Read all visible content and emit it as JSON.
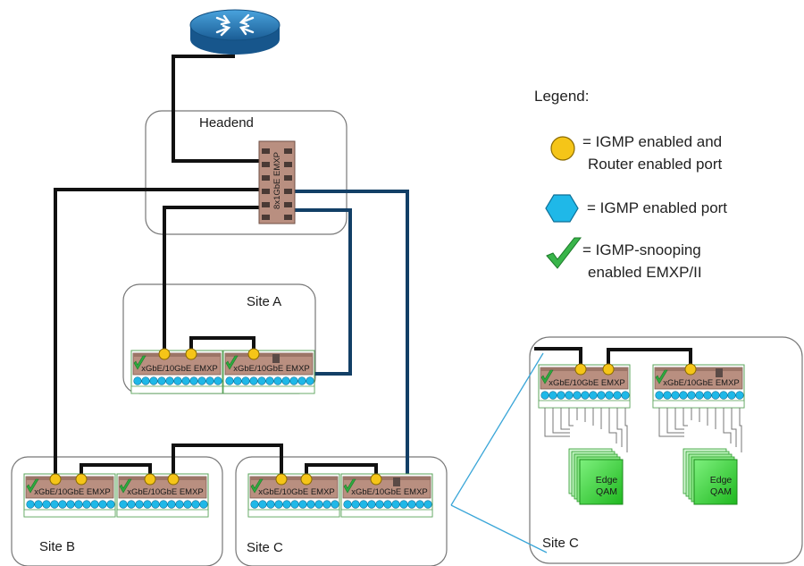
{
  "sites": {
    "headend": "Headend",
    "site_a": "Site A",
    "site_b": "Site B",
    "site_c": "Site C",
    "site_c_detail": "Site C"
  },
  "device": {
    "card_label": "xGbE/10GbE EMXP",
    "headend_label": "8x1GbE EMXP"
  },
  "legend": {
    "title": "Legend:",
    "items": [
      {
        "icon": "yellow-circle",
        "color": "#f5c518",
        "line1": "= IGMP enabled and",
        "line2": "Router enabled port"
      },
      {
        "icon": "blue-hexagon",
        "color": "#1fb8e8",
        "line1": "= IGMP enabled port",
        "line2": ""
      },
      {
        "icon": "green-checkmark",
        "color": "#39b54a",
        "line1": "= IGMP-snooping",
        "line2": "enabled EMXP/II"
      }
    ]
  },
  "edge_qam": {
    "line1": "Edge",
    "line2": "QAM"
  },
  "colors": {
    "dark_link": "#111111",
    "blue_link": "#123f66",
    "callout": "#3aa6d8",
    "card_body": "#b98f80",
    "port_blue": "#1fb8e8",
    "port_yellow": "#f5c518",
    "qam_green": "#3bd13b"
  }
}
